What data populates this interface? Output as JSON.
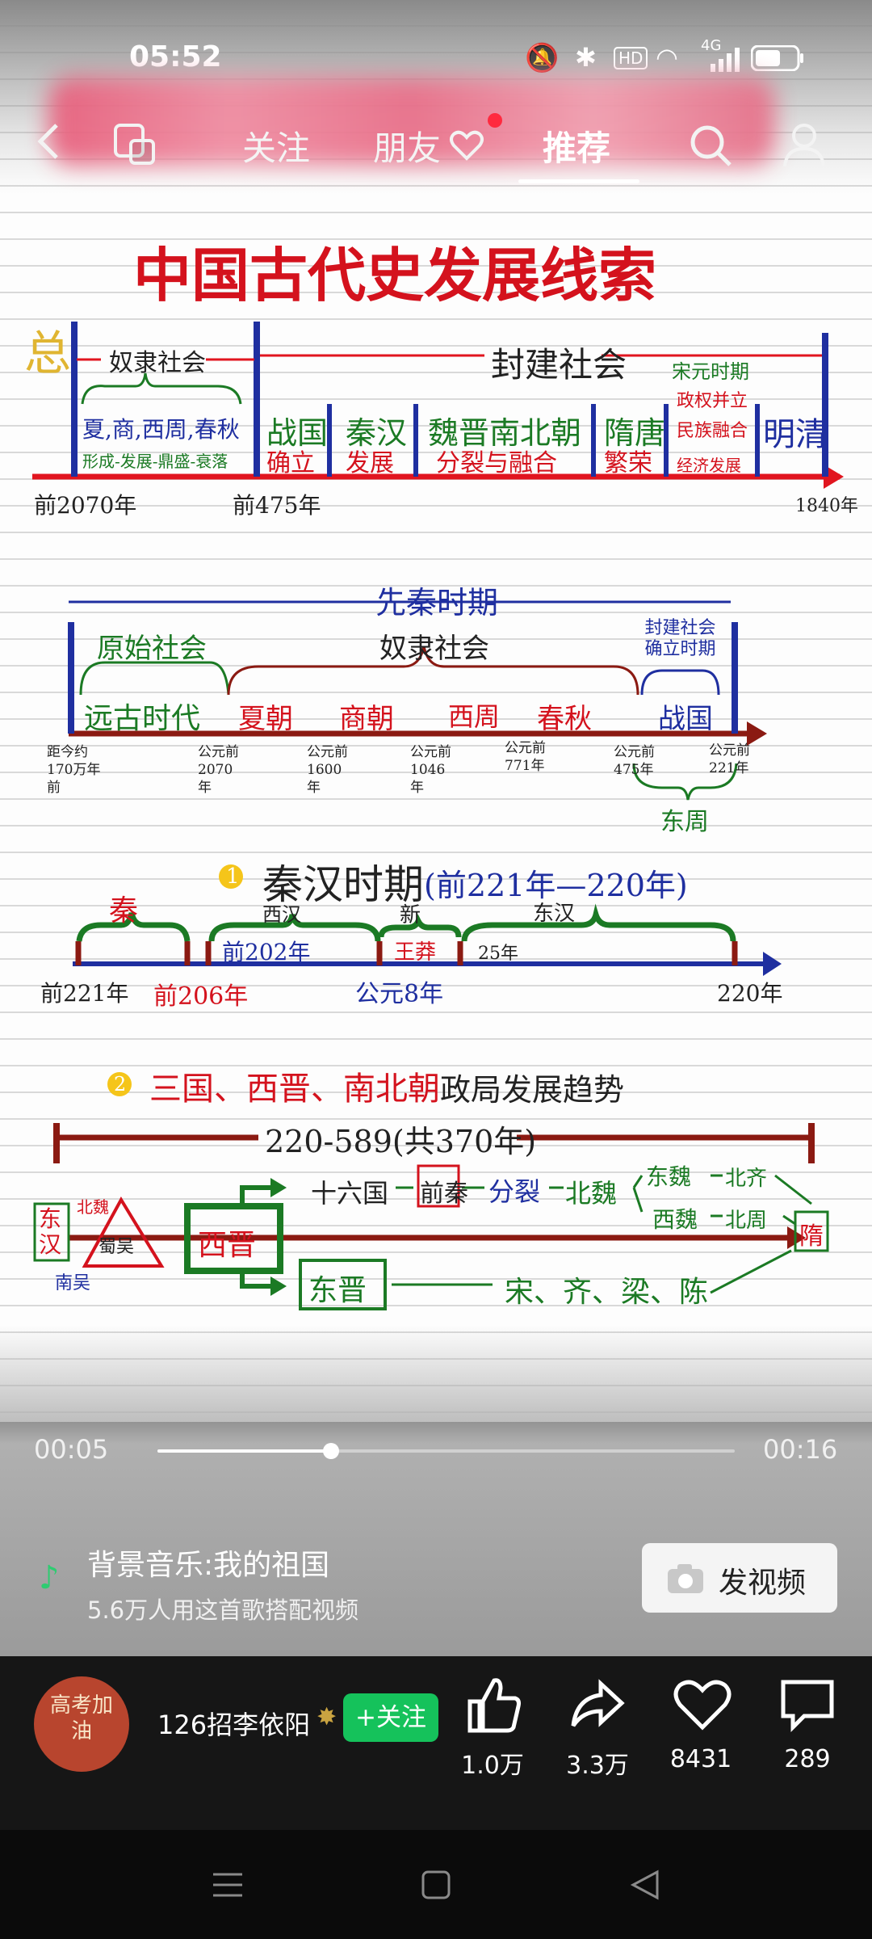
{
  "status_bar": {
    "time": "05:52",
    "network": "4G",
    "hd": "HD"
  },
  "top_nav": {
    "tabs": [
      "关注",
      "朋友",
      "推荐"
    ],
    "active_tab": "推荐"
  },
  "note": {
    "title": "中国古代史发展线索",
    "s1": {
      "zong": "总",
      "nuli": "奴隶社会",
      "fengjian": "封建社会",
      "xia": "夏,商,西周,春秋",
      "xingcheng": "形成-发展-鼎盛-衰落",
      "zhanguo": "战国",
      "queli": "确立",
      "qinhan": "秦汉",
      "fazhan": "发展",
      "weijin": "魏晋南北朝",
      "fenlie": "分裂与融合",
      "suitang": "隋唐",
      "fanrong": "繁荣",
      "songyuan": "宋元时期",
      "zhengquan": "政权并立",
      "minzu": "民族融合",
      "jingji": "经济发展",
      "mingqing": "明清",
      "d1": "前2070年",
      "d2": "前475年",
      "d3": "1840年"
    },
    "s2": {
      "xianqin": "先秦时期",
      "yuanshi": "原始社会",
      "nuli": "奴隶社会",
      "fengjian": "封建社会确立时期",
      "yuangu": "远古时代",
      "xia": "夏朝",
      "shang": "商朝",
      "xizhou": "西周",
      "chunqiu": "春秋",
      "zhanguo": "战国",
      "t1": "距今约170万年前",
      "t2": "公元前2070年",
      "t3": "公元前1600年",
      "t4": "公元前1046年",
      "t5": "公元前771年",
      "t6": "公元前475年",
      "t7": "公元前221年",
      "dongzhou": "东周"
    },
    "s3": {
      "num": "1",
      "title": "秦汉时期",
      "range": "(前221年—220年)",
      "qin": "秦",
      "xihan": "西汉",
      "xin": "新",
      "donghan": "东汉",
      "b1": "前202年",
      "wangmang": "王莽",
      "b2": "25年",
      "a1": "前221年",
      "a2": "前206年",
      "a3": "公元8年",
      "a4": "220年"
    },
    "s4": {
      "num": "2",
      "title": "三国、西晋、南北朝",
      "title2": "政局发展趋势",
      "span": "220-589(共370年)",
      "donghan": "东汉",
      "bei": "北魏",
      "shu": "蜀吴",
      "nan": "南吴",
      "xijin": "西晋",
      "shiliu": "十六国",
      "qianqin": "前秦",
      "fenlie": "分裂",
      "beiwei": "北魏",
      "dongwei": "东魏",
      "beiqi": "北齐",
      "xiwei": "西魏",
      "beizhou": "北周",
      "sui": "隋",
      "dongjin": "东晋",
      "nanchao": "宋、齐、梁、陈"
    }
  },
  "player": {
    "current_time": "00:05",
    "total_time": "00:16",
    "progress": 0.3
  },
  "music": {
    "label": "背景音乐:我的祖国",
    "usage": "5.6万人用这首歌搭配视频",
    "publish_button": "发视频"
  },
  "author": {
    "name": "126招李依阳",
    "follow": "+关注",
    "avatar_text": "高考加油"
  },
  "actions": {
    "likes": "1.0万",
    "shares": "3.3万",
    "favorites": "8431",
    "comments": "289"
  },
  "colors": {
    "follow_green": "#15c25b",
    "accent_red": "#d4121d"
  }
}
